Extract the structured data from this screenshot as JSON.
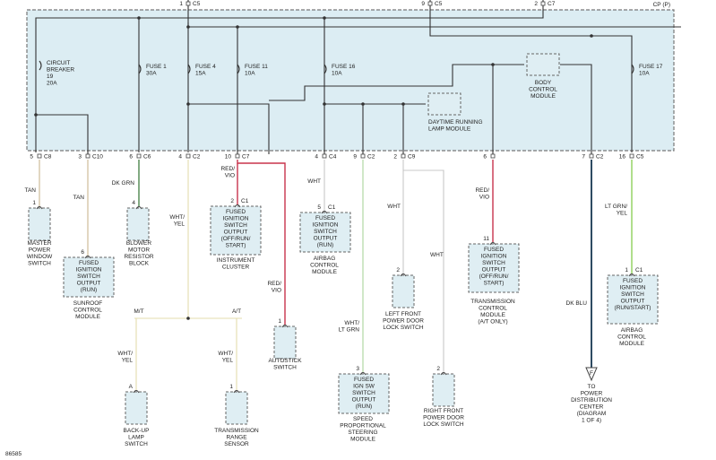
{
  "colors": {
    "bg": "#ffffff",
    "module_fill": "#dcedf3",
    "tan": "#c9b690",
    "dk_grn": "#3f7d3f",
    "wht": "#c8c8c8",
    "wht_yel": "#e3dcae",
    "red_vio": "#c8344c",
    "wht_lt_grn": "#a9d69a",
    "dk_blu": "#2e4b62",
    "lt_grn_yel": "#8fd05a",
    "black": "#333333"
  },
  "module_label": "CP (P)",
  "top_connectors": [
    {
      "pin": "1",
      "conn": "C5"
    },
    {
      "pin": "9",
      "conn": "C5"
    },
    {
      "pin": "2",
      "conn": "C7"
    }
  ],
  "fuses": [
    {
      "lines": [
        "CIRCUIT",
        "BREAKER",
        "19",
        "20A"
      ]
    },
    {
      "lines": [
        "FUSE 1",
        "30A"
      ]
    },
    {
      "lines": [
        "FUSE 4",
        "15A"
      ]
    },
    {
      "lines": [
        "FUSE 11",
        "10A"
      ]
    },
    {
      "lines": [
        "FUSE 16",
        "10A"
      ]
    },
    {
      "lines": [
        "FUSE 17",
        "10A"
      ]
    }
  ],
  "internal_modules": [
    {
      "lines": [
        "BODY",
        "CONTROL",
        "MODULE"
      ]
    },
    {
      "lines": [
        "DAYTIME RUNNING",
        "LAMP MODULE"
      ]
    }
  ],
  "bottom_pins": [
    {
      "pin": "5",
      "conn": "C8"
    },
    {
      "pin": "3",
      "conn": "C10"
    },
    {
      "pin": "6",
      "conn": "C6"
    },
    {
      "pin": "4",
      "conn": "C2"
    },
    {
      "pin": "10",
      "conn": "C7"
    },
    {
      "pin": "4",
      "conn": "C4"
    },
    {
      "pin": "9",
      "conn": "C2"
    },
    {
      "pin": "2",
      "conn": "C9"
    },
    {
      "pin": "6",
      "conn": ""
    },
    {
      "pin": "7",
      "conn": "C2"
    },
    {
      "pin": "16",
      "conn": "C5"
    }
  ],
  "wire_labels": [
    {
      "lines": [
        "TAN"
      ]
    },
    {
      "lines": [
        "TAN"
      ]
    },
    {
      "lines": [
        "DK GRN"
      ]
    },
    {
      "lines": [
        "RED/",
        "VIO"
      ]
    },
    {
      "lines": [
        "WHT/",
        "YEL"
      ]
    },
    {
      "lines": [
        "WHT"
      ]
    },
    {
      "lines": [
        "WHT"
      ]
    },
    {
      "lines": [
        "WHT"
      ]
    },
    {
      "lines": [
        "RED/",
        "VIO"
      ]
    },
    {
      "lines": [
        "LT GRN/",
        "YEL"
      ]
    },
    {
      "lines": [
        "RED/",
        "VIO"
      ]
    },
    {
      "lines": [
        "WHT/",
        "LT GRN"
      ]
    },
    {
      "lines": [
        "DK BLU"
      ]
    },
    {
      "lines": [
        "WHT/",
        "YEL"
      ]
    },
    {
      "lines": [
        "WHT/",
        "YEL"
      ]
    }
  ],
  "branch_labels": [
    "M/T",
    "A/T"
  ],
  "components": [
    {
      "pin": "1",
      "conn": "",
      "box_text": [],
      "caption": [
        "MASTER",
        "POWER",
        "WINDOW",
        "SWITCH"
      ]
    },
    {
      "pin": "6",
      "conn": "",
      "box_text": [
        "FUSED",
        "IGNITION",
        "SWITCH",
        "OUTPUT",
        "(RUN)"
      ],
      "caption": [
        "SUNROOF",
        "CONTROL",
        "MODULE"
      ]
    },
    {
      "pin": "4",
      "conn": "",
      "box_text": [],
      "caption": [
        "BLOWER",
        "MOTOR",
        "RESISTOR",
        "BLOCK"
      ]
    },
    {
      "pin": "2",
      "conn": "C1",
      "box_text": [
        "FUSED",
        "IGNITION",
        "SWITCH",
        "OUTPUT",
        "(OFF/RUN/",
        "START)"
      ],
      "caption": [
        "INSTRUMENT",
        "CLUSTER"
      ]
    },
    {
      "pin": "5",
      "conn": "C1",
      "box_text": [
        "FUSED",
        "IGNITION",
        "SWITCH",
        "OUTPUT",
        "(RUN)"
      ],
      "caption": [
        "AIRBAG",
        "CONTROL",
        "MODULE"
      ]
    },
    {
      "pin": "2",
      "conn": "",
      "box_text": [],
      "caption": [
        "LEFT FRONT",
        "POWER DOOR",
        "LOCK SWITCH"
      ]
    },
    {
      "pin": "11",
      "conn": "",
      "box_text": [
        "FUSED",
        "IGNITION",
        "SWITCH",
        "OUTPUT",
        "(OFF/RUN/",
        "START)"
      ],
      "caption": [
        "TRANSMISSION",
        "CONTROL",
        "MODULE",
        "(A/T ONLY)"
      ]
    },
    {
      "pin": "1",
      "conn": "C1",
      "box_text": [
        "FUSED",
        "IGNITION",
        "SWITCH",
        "OUTPUT",
        "(RUN/START)"
      ],
      "caption": [
        "AIRBAG",
        "CONTROL",
        "MODULE"
      ]
    },
    {
      "pin": "1",
      "conn": "",
      "box_text": [],
      "caption": [
        "AUTOSTICK",
        "SWITCH"
      ]
    },
    {
      "pin": "3",
      "conn": "",
      "box_text": [
        "FUSED",
        "IGN SW",
        "SWITCH",
        "OUTPUT",
        "(RUN)"
      ],
      "caption": [
        "SPEED",
        "PROPORTIONAL",
        "STEERING",
        "MODULE"
      ]
    },
    {
      "pin": "2",
      "conn": "",
      "box_text": [],
      "caption": [
        "RIGHT FRONT",
        "POWER DOOR",
        "LOCK SWITCH"
      ]
    },
    {
      "pin": "A",
      "conn": "",
      "box_text": [],
      "caption": [
        "BACK-UP",
        "LAMP",
        "SWITCH"
      ]
    },
    {
      "pin": "1",
      "conn": "",
      "box_text": [],
      "caption": [
        "TRANSMISSION",
        "RANGE",
        "SENSOR"
      ]
    }
  ],
  "ground_ref": {
    "symbol": "F",
    "caption": [
      "TO",
      "POWER",
      "DISTRIBUTION",
      "CENTER",
      "(DIAGRAM",
      "1 OF 4)"
    ]
  },
  "diagram_id": "86585"
}
